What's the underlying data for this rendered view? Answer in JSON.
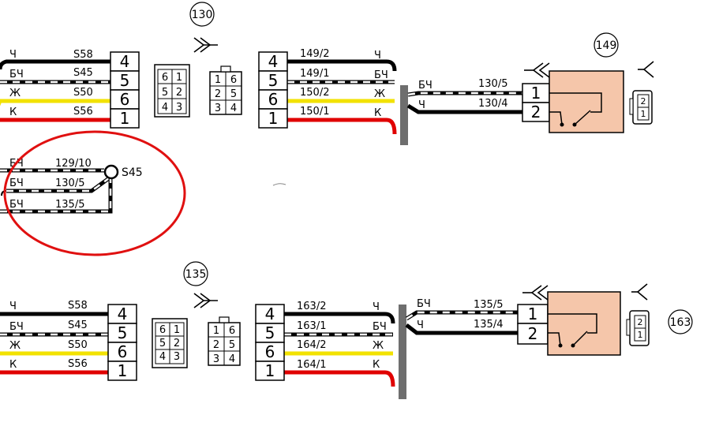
{
  "colors": {
    "black": "#000000",
    "white": "#ffffff",
    "yellow": "#f2e200",
    "red": "#e00000",
    "ground_bar": "#6e6e6e",
    "switch_body": "#f5c6aa",
    "highlight_ellipse": "#e01010"
  },
  "callouts": {
    "c130": "130",
    "c149": "149",
    "c135": "135",
    "c163": "163"
  },
  "top": {
    "left_wires": [
      {
        "code": "Ч",
        "label": "S58",
        "pin": "4",
        "color": "black"
      },
      {
        "code": "БЧ",
        "label": "S45",
        "pin": "5",
        "color": "white-black"
      },
      {
        "code": "Ж",
        "label": "S50",
        "pin": "6",
        "color": "yellow"
      },
      {
        "code": "К",
        "label": "S56",
        "pin": "1",
        "color": "red"
      }
    ],
    "right_wires": [
      {
        "label": "149/2",
        "code": "Ч",
        "pin": "4"
      },
      {
        "label": "149/1",
        "code": "БЧ",
        "pin": "5"
      },
      {
        "label": "150/2",
        "code": "Ж",
        "pin": "6"
      },
      {
        "label": "150/1",
        "code": "К",
        "pin": "1"
      }
    ],
    "switch_wires": [
      {
        "code": "БЧ",
        "label": "130/5",
        "pin": "1"
      },
      {
        "code": "Ч",
        "label": "130/4",
        "pin": "2"
      }
    ]
  },
  "bottom": {
    "left_wires": [
      {
        "code": "Ч",
        "label": "S58",
        "pin": "4"
      },
      {
        "code": "БЧ",
        "label": "S45",
        "pin": "5"
      },
      {
        "code": "Ж",
        "label": "S50",
        "pin": "6"
      },
      {
        "code": "К",
        "label": "S56",
        "pin": "1"
      }
    ],
    "right_wires": [
      {
        "label": "163/2",
        "code": "Ч",
        "pin": "4"
      },
      {
        "label": "163/1",
        "code": "БЧ",
        "pin": "5"
      },
      {
        "label": "164/2",
        "code": "Ж",
        "pin": "6"
      },
      {
        "label": "164/1",
        "code": "К",
        "pin": "1"
      }
    ],
    "switch_wires": [
      {
        "code": "БЧ",
        "label": "135/5",
        "pin": "1"
      },
      {
        "code": "Ч",
        "label": "135/4",
        "pin": "2"
      }
    ]
  },
  "splice": {
    "name": "S45",
    "wires": [
      {
        "code": "БЧ",
        "label": "129/10"
      },
      {
        "code": "БЧ",
        "label": "130/5"
      },
      {
        "code": "БЧ",
        "label": "135/5"
      }
    ]
  },
  "connector_face_6": [
    [
      "6",
      "1"
    ],
    [
      "5",
      "2"
    ],
    [
      "4",
      "3"
    ]
  ],
  "connector_face_6_mirror": [
    [
      "1",
      "6"
    ],
    [
      "2",
      "5"
    ],
    [
      "3",
      "4"
    ]
  ],
  "connector_face_2": [
    "2",
    "1"
  ]
}
